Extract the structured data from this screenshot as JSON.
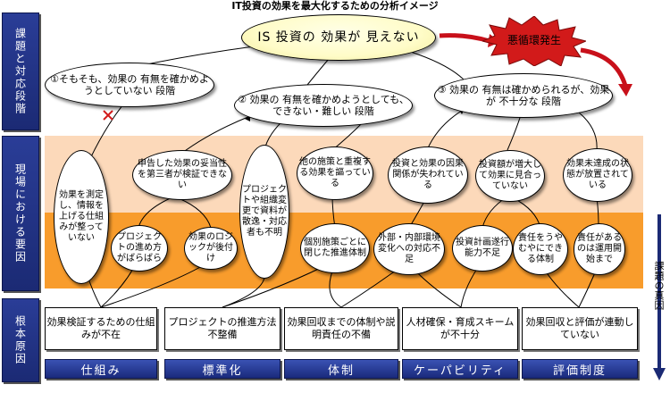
{
  "title": "IT投資の効果を最大化するための分析イメージ",
  "rows": {
    "issues": "課題と対応段階",
    "site": "現場における要因",
    "root": "根本原因"
  },
  "top_problem": "IS 投資の 効果が 見えない",
  "vicious_cycle": "悪循環発生",
  "stages": {
    "s1": "①そもそも、効果の 有無を確かめようとしていない 段階",
    "s2": "② 効果の 有無を確かめようとしても、できない・難しい 段階",
    "s3": "③ 効果の 有無は確かめられるが、効果が 不十分な 段階"
  },
  "factors_upper": {
    "f_measure": "効果を測定し、情報を上げる仕組みが整っていない",
    "f_verify": "申告した効果の妥当性を第三者が検証できない",
    "f_org": "プロジェクトや組織変更で資料が散逸・対応者も不明",
    "f_dup": "他の施策と重複する効果を謳っている",
    "f_cause": "投資と効果の因果関係が失われている",
    "f_mismatch": "投資額が増大して効果に見合っていない",
    "f_unachieved": "効果未達成の状態が放置されている"
  },
  "factors_lower": {
    "l_progress": "プロジェクトの進め方がばらばら",
    "l_logic": "効果のロジックが後付け",
    "l_individual": "個別施策ごとに閉じた推進体制",
    "l_env": "外部・内部環境変化への対応不足",
    "l_plan": "投資計画遂行能力不足",
    "l_resp": "責任をうやむやにできる体制",
    "l_start": "責任があるのは運用開始まで"
  },
  "roots": {
    "r1": "効果検証するための仕組みが不在",
    "r2": "プロジェクトの推進方法不整備",
    "r3": "効果回収までの体制や説明責任の不備",
    "r4": "人材確保・育成スキームが不十分",
    "r5": "効果回収と評価が連動していない"
  },
  "categories": {
    "c1": "仕組み",
    "c2": "標準化",
    "c3": "体制",
    "c4": "ケーパビリティ",
    "c5": "評価制度"
  },
  "true_cause_label": "課題の真因",
  "colors": {
    "side_blue": "#1b2a74",
    "band_light": "#fcd9ba",
    "band_orange": "#f89c2c",
    "burst_red": "#d21a1a",
    "arrow_red": "#c8101a"
  }
}
